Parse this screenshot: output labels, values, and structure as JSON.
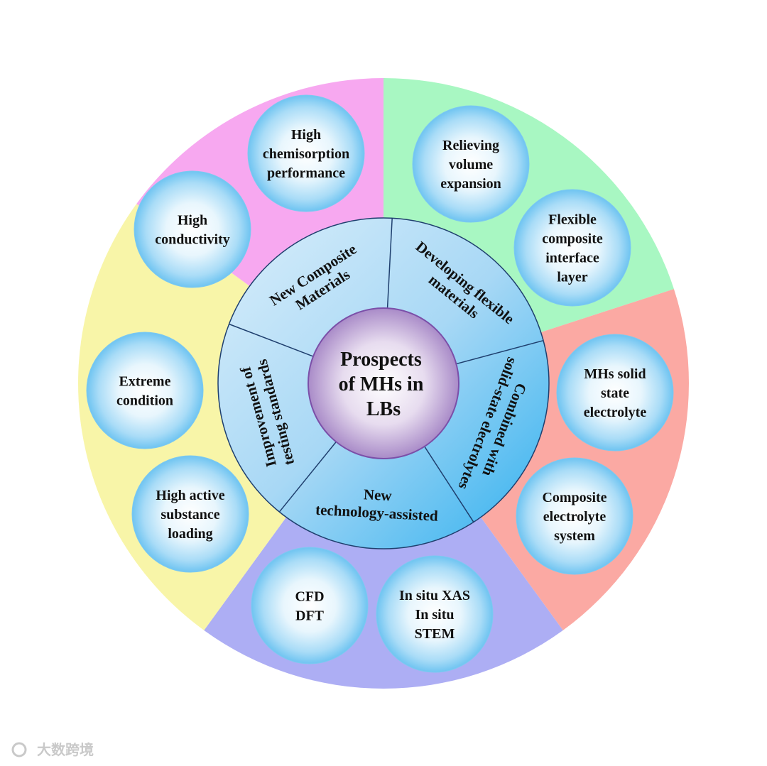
{
  "center": {
    "lines": [
      "Prospects",
      "of MHs in",
      "LBs"
    ]
  },
  "categories": [
    {
      "id": "composite",
      "label": [
        "New Composite",
        "Materials"
      ],
      "color": "#f7a8f0",
      "bubbles": [
        {
          "lines": [
            "High",
            "chemisorption",
            "performance"
          ]
        },
        {
          "lines": [
            "High",
            "conductivity"
          ]
        }
      ]
    },
    {
      "id": "flexible",
      "label": [
        "Developing flexible",
        "materials"
      ],
      "color": "#a8f7c2",
      "bubbles": [
        {
          "lines": [
            "Relieving",
            "volume",
            "expansion"
          ]
        },
        {
          "lines": [
            "Flexible",
            "composite",
            "interface",
            "layer"
          ]
        }
      ]
    },
    {
      "id": "solid-state",
      "label": [
        "Combined with",
        "solid-state electrolytes"
      ],
      "color": "#fba9a3",
      "bubbles": [
        {
          "lines": [
            "MHs solid",
            "state",
            "electrolyte"
          ]
        },
        {
          "lines": [
            "Composite",
            "electrolyte",
            "system"
          ]
        }
      ]
    },
    {
      "id": "technology",
      "label": [
        "New",
        "technology-assisted"
      ],
      "color": "#adaef4",
      "bubbles": [
        {
          "lines": [
            "CFD",
            "DFT"
          ]
        },
        {
          "lines": [
            "In situ XAS",
            "In situ",
            "STEM"
          ]
        }
      ]
    },
    {
      "id": "testing",
      "label": [
        "Improvement of",
        "testing standards"
      ],
      "color": "#f8f5a8",
      "bubbles": [
        {
          "lines": [
            "Extreme",
            "condition"
          ]
        },
        {
          "lines": [
            "High active",
            "substance",
            "loading"
          ]
        }
      ]
    }
  ],
  "watermark": {
    "text": "大数跨境"
  }
}
